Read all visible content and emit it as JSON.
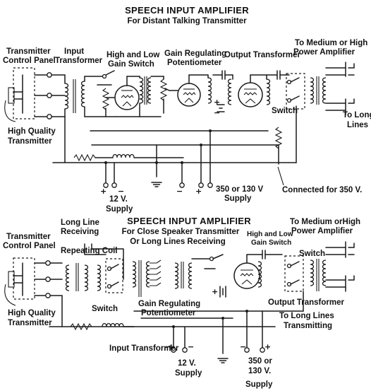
{
  "top": {
    "title": "SPEECH INPUT AMPLIFIER",
    "subtitle": "For Distant Talking Transmitter",
    "labels": {
      "transmitter_control_panel_1": "Transmitter",
      "transmitter_control_panel_2": "Control Panel",
      "input_transformer_1": "Input",
      "input_transformer_2": "Transformer",
      "gain_switch_1": "High and Low",
      "gain_switch_2": "Gain Switch",
      "gain_pot_1": "Gain Regulating",
      "gain_pot_2": "Potentiometer",
      "output_transformer": "Output Transformer",
      "to_power_amp_1": "To Medium or High",
      "to_power_amp_2": "Power Amplifier",
      "switch": "Switch",
      "to_long_lines_1": "To Long",
      "to_long_lines_2": "Lines",
      "hq_transmitter_1": "High Quality",
      "hq_transmitter_2": "Transmitter",
      "supply_12v_1": "12 V.",
      "supply_12v_2": "Supply",
      "supply_350_1": "350 or 130 V",
      "supply_350_2": "Supply",
      "connected_350": "Connected for 350 V."
    }
  },
  "bottom": {
    "title": "SPEECH INPUT AMPLIFIER",
    "subtitle_1": "For Close Speaker Transmitter",
    "subtitle_2": "Or Long Lines Receiving",
    "labels": {
      "long_line_receiving_1": "Long Line",
      "long_line_receiving_2": "Receiving",
      "transmitter_control_panel_1": "Transmitter",
      "transmitter_control_panel_2": "Control Panel",
      "repeating_coil": "Repeating Coil",
      "gain_switch_1": "High and Low",
      "gain_switch_2": "Gain Switch",
      "to_power_amp_1": "To Medium orHigh",
      "to_power_amp_2": "Power Amplifier",
      "switch_left": "Switch",
      "switch_right": "Switch",
      "gain_pot_1": "Gain Regulating",
      "gain_pot_2": "Potentiometer",
      "output_transformer": "Output Transformer",
      "to_long_lines_1": "To Long Lines",
      "to_long_lines_2": "Transmitting",
      "hq_transmitter_1": "High Quality",
      "hq_transmitter_2": "Transmitter",
      "input_transformer": "Input Transformer",
      "supply_12v_1": "12 V.",
      "supply_12v_2": "Supply",
      "supply_350_1": "350 or",
      "supply_350_2": "130 V.",
      "supply_350_3": "Supply"
    }
  }
}
